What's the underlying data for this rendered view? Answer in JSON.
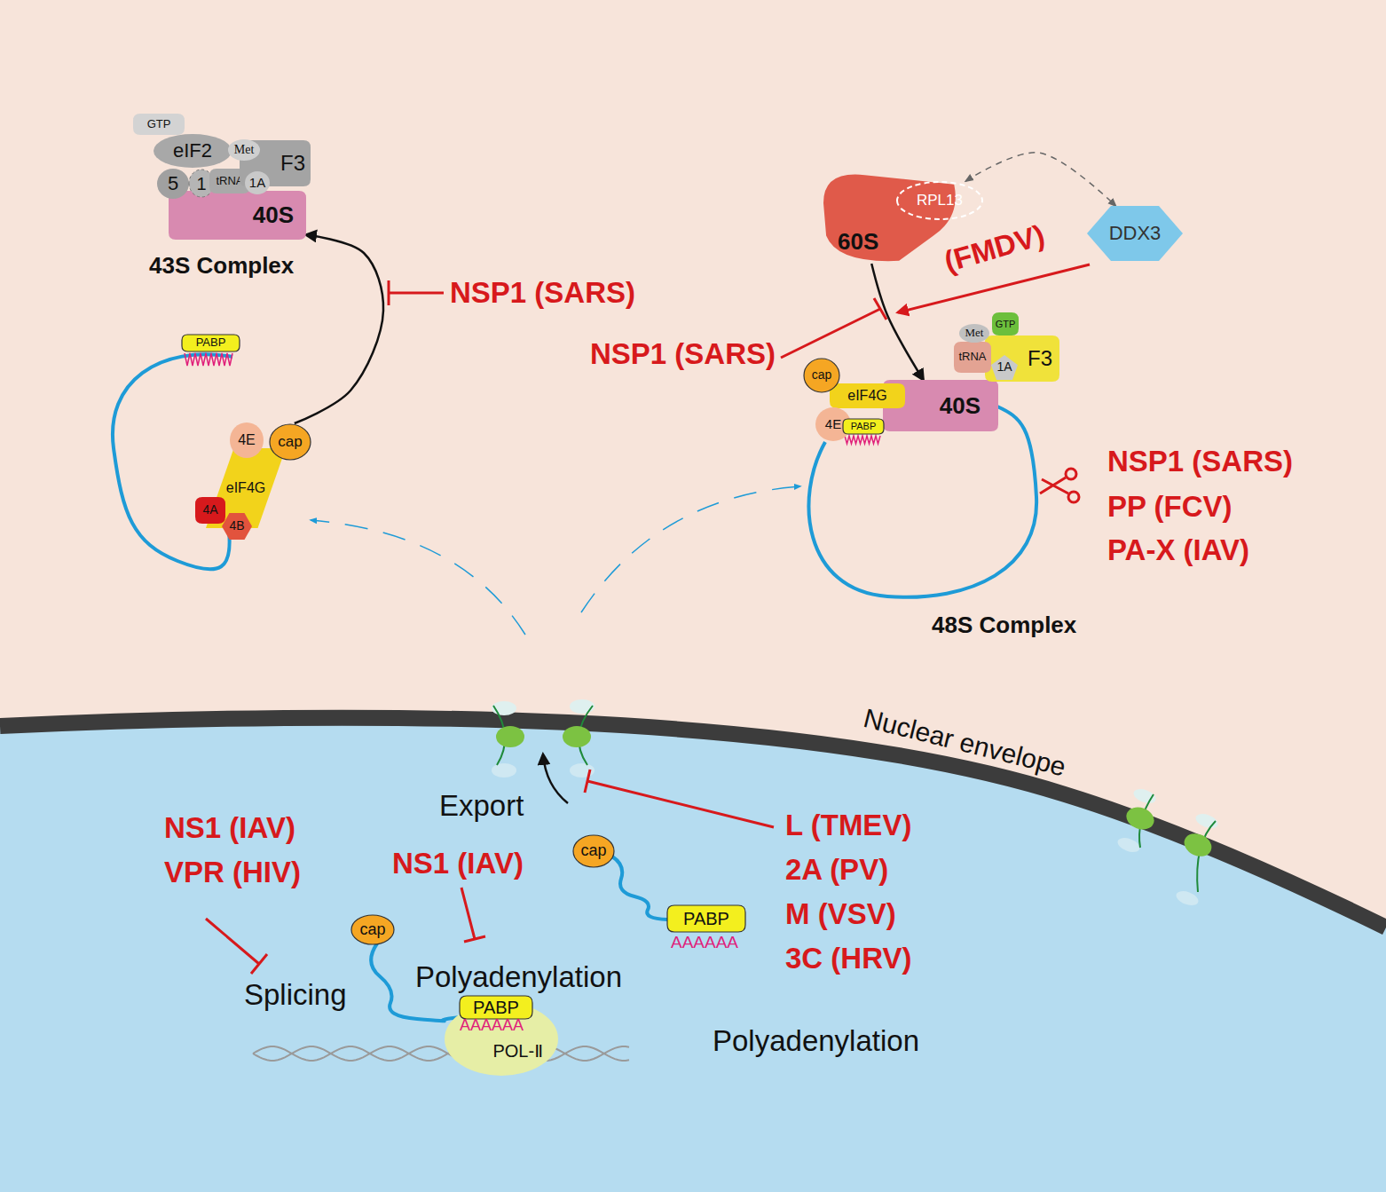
{
  "diagram": {
    "nodes": [
      {
        "text": [
          "40S"
        ]
      },
      {
        "text": [
          "GTP"
        ]
      },
      {
        "text": [
          "eIF2"
        ]
      },
      {
        "text": [
          "5"
        ]
      },
      {
        "text": [
          "1"
        ]
      },
      {
        "text": [
          "tRNA"
        ]
      },
      {
        "text": [
          "F3"
        ]
      },
      {
        "text": [
          "Met"
        ]
      },
      {
        "text": [
          "1A"
        ]
      },
      {
        "text": [
          "PABP"
        ]
      },
      {
        "text": [
          "eIF4G"
        ]
      },
      {
        "text": [
          "4E"
        ]
      },
      {
        "text": [
          "cap"
        ]
      },
      {
        "text": [
          "4A"
        ]
      },
      {
        "text": [
          "4B"
        ]
      },
      {
        "text": [
          "60S"
        ]
      },
      {
        "text": [
          "RPL13"
        ],
        "in": 15
      },
      {
        "text": [
          "DDX3"
        ]
      },
      {
        "text": [
          "40S"
        ]
      },
      {
        "text": [
          "eIF4G"
        ]
      },
      {
        "text": [
          "cap"
        ]
      },
      {
        "text": [
          "4E"
        ]
      },
      {
        "text": [
          "PABP"
        ]
      },
      {
        "text": [
          "F3"
        ]
      },
      {
        "text": [
          "tRNA"
        ]
      },
      {
        "text": [
          "Met"
        ]
      },
      {
        "text": [
          "GTP"
        ]
      },
      {
        "text": [
          "1A"
        ]
      },
      {
        "text": [
          "POL-Ⅱ"
        ]
      },
      {
        "text": [
          "cap"
        ]
      },
      {
        "text": [
          "PABP"
        ]
      },
      {
        "text": [
          "cap"
        ]
      },
      {
        "text": [
          "PABP"
        ]
      }
    ],
    "edges": [
      {
        "from": 12,
        "to": 0,
        "arrow": "to"
      },
      {
        "from": 15,
        "to": 18,
        "arrow": "to"
      },
      {
        "from": 16,
        "to": 17,
        "arrow": "both"
      }
    ],
    "labels": [
      "43S Complex",
      "NSP1 (SARS)",
      "NSP1 (SARS)",
      "(FMDV)",
      "NSP1 (SARS)",
      "PP (FCV)",
      "PA-X (IAV)",
      "48S Complex",
      "Nuclear envelope",
      "Export",
      "NS1 (IAV)",
      "VPR (HIV)",
      "NS1 (IAV)",
      "L (TMEV)",
      "2A (PV)",
      "M (VSV)",
      "3C (HRV)",
      "Splicing",
      "Polyadenylation",
      "AAAAAA",
      "AAAAAA",
      "Polyadenylation"
    ]
  }
}
